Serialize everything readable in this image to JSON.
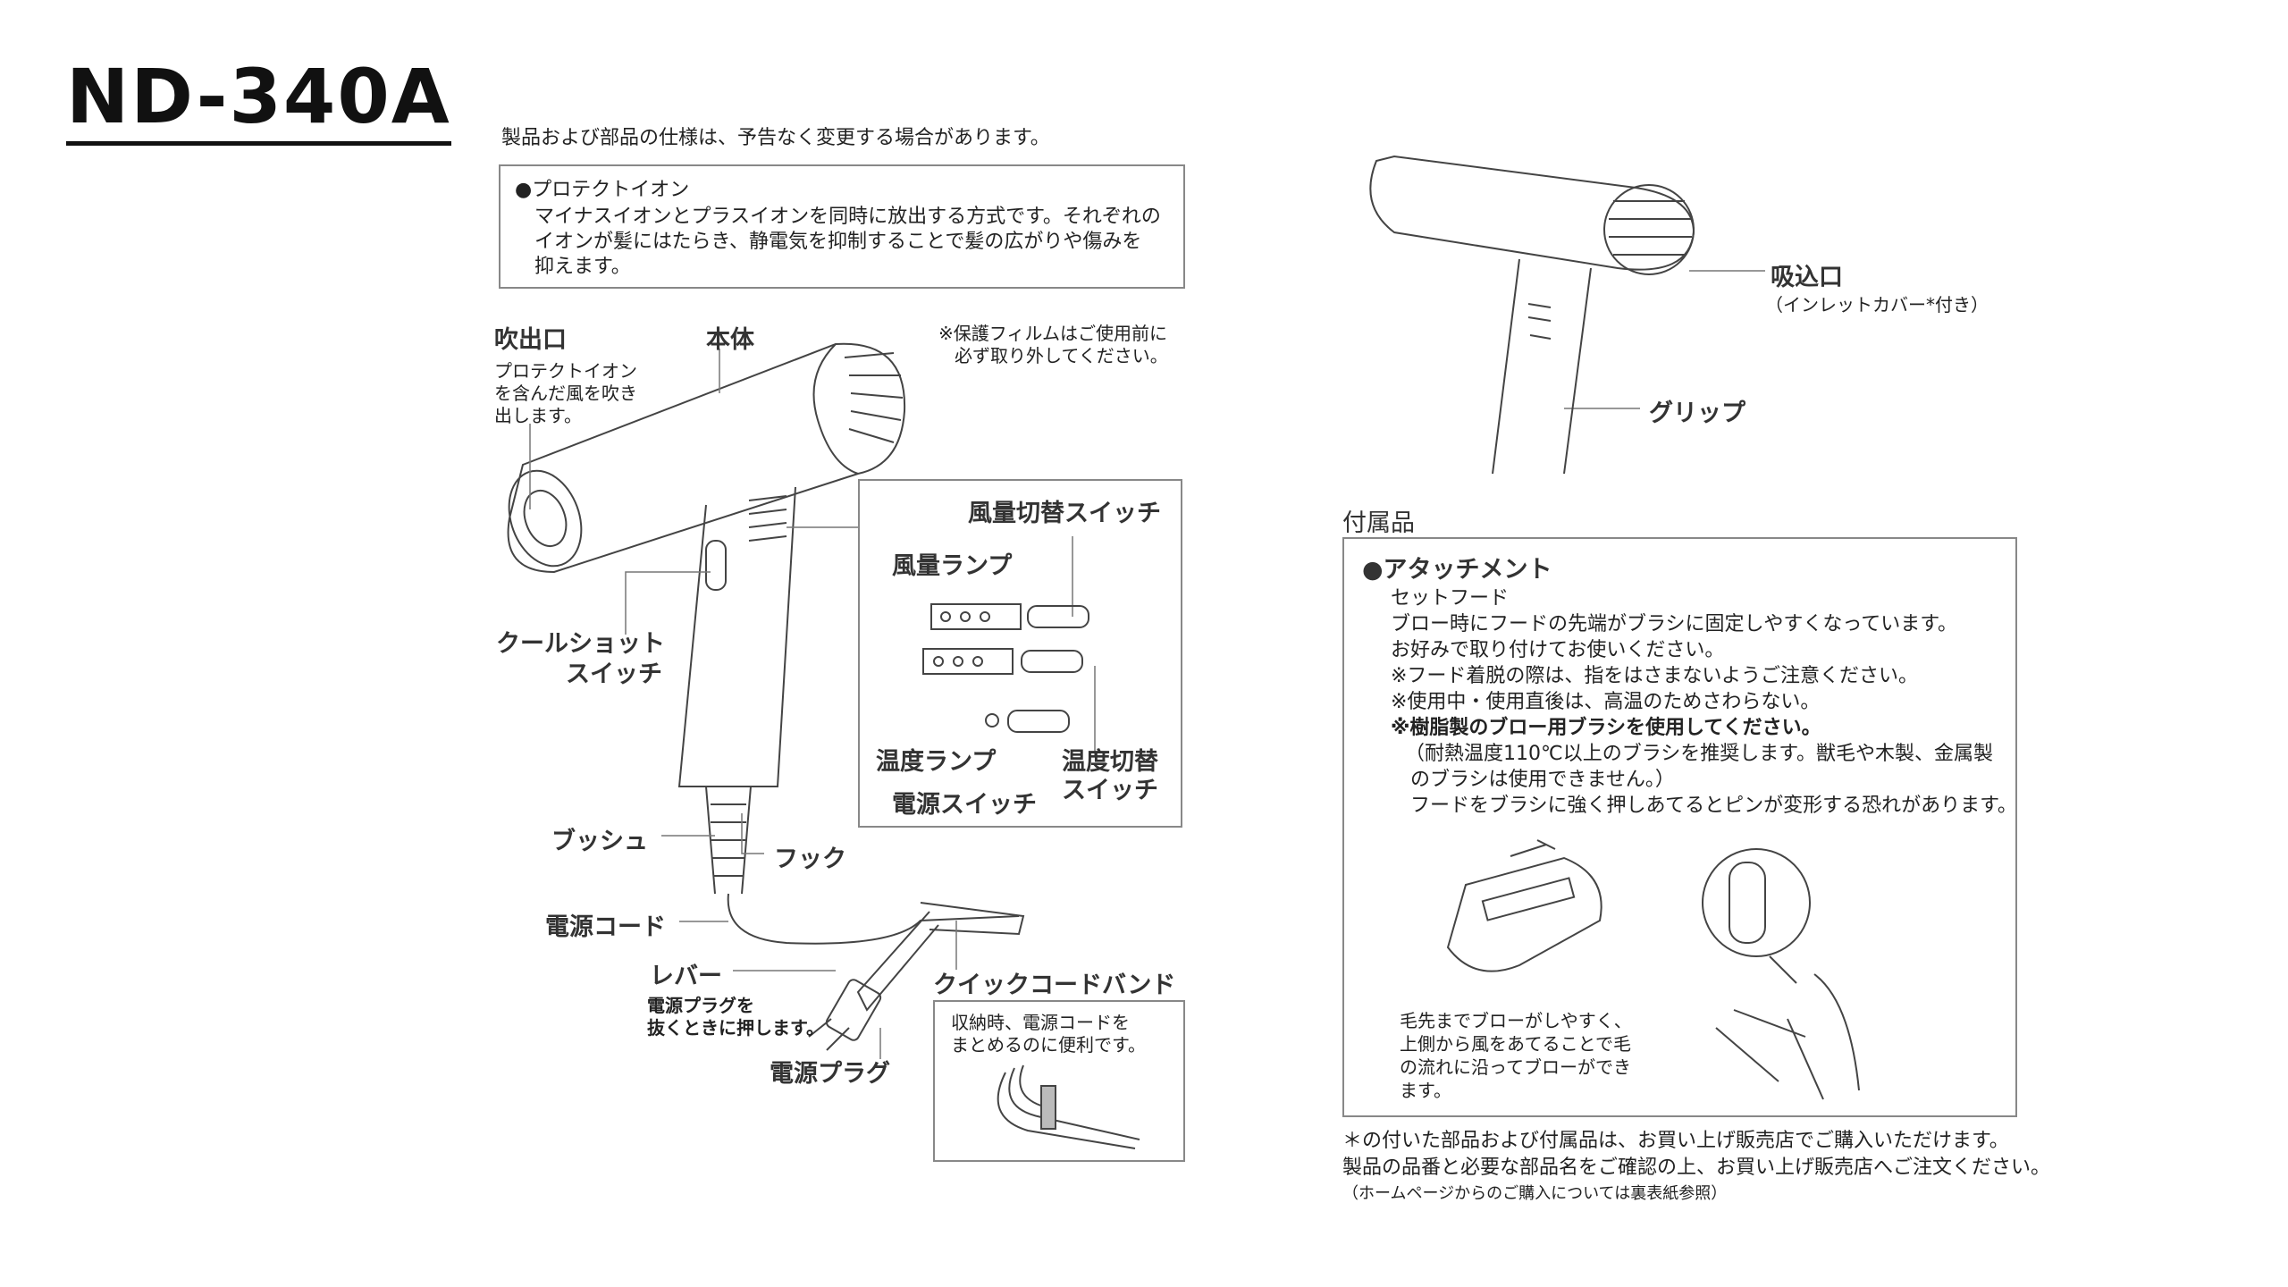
{
  "model": "ND-340A",
  "disclaimer": "製品および部品の仕様は、予告なく変更する場合があります。",
  "protect_ion": {
    "heading": "●プロテクトイオン",
    "lines": [
      "マイナスイオンとプラスイオンを同時に放出する方式です。それぞれの",
      "イオンが髪にはたらき、静電気を抑制することで髪の広がりや傷みを",
      "抑えます。"
    ]
  },
  "parts": {
    "outlet": "吹出口",
    "outlet_desc": [
      "プロテクトイオン",
      "を含んだ風を吹き",
      "出します。"
    ],
    "body": "本体",
    "film_note": [
      "※保護フィルムはご使用前に",
      "必ず取り外してください。"
    ],
    "airflow_switch": "風量切替スイッチ",
    "airflow_lamp": "風量ランプ",
    "temp_lamp": "温度ランプ",
    "temp_switch": [
      "温度切替",
      "スイッチ"
    ],
    "power_switch": "電源スイッチ",
    "cool_shot": [
      "クールショット",
      "スイッチ"
    ],
    "bush": "ブッシュ",
    "hook": "フック",
    "power_cord": "電源コード",
    "lever": "レバー",
    "lever_desc": [
      "電源プラグを",
      "抜くときに押します。"
    ],
    "power_plug": "電源プラグ",
    "quick_band": "クイックコードバンド",
    "quick_band_desc": [
      "収納時、電源コードを",
      "まとめるのに便利です。"
    ],
    "inlet": "吸込口",
    "inlet_note": "（インレットカバー*付き）",
    "grip": "グリップ"
  },
  "accessories": {
    "heading": "付属品",
    "attachment_heading": "●アタッチメント",
    "set_hood": "セットフード",
    "lines": [
      "ブロー時にフードの先端がブラシに固定しやすくなっています。",
      "お好みで取り付けてお使いください。",
      "※フード着脱の際は、指をはさまないようご注意ください。",
      "※使用中・使用直後は、高温のためさわらない。"
    ],
    "bold_line": "※樹脂製のブロー用ブラシを使用してください。",
    "indent_lines": [
      "（耐熱温度110℃以上のブラシを推奨します。獣毛や木製、金属製",
      "のブラシは使用できません。）",
      "フードをブラシに強く押しあてるとピンが変形する恐れがあります。"
    ],
    "caption": [
      "毛先までブローがしやすく、",
      "上側から風をあてることで毛",
      "の流れに沿ってブローができ",
      "ます。"
    ]
  },
  "footer": [
    "＊の付いた部品および付属品は、お買い上げ販売店でご購入いただけます。",
    "製品の品番と必要な部品名をご確認の上、お買い上げ販売店へご注文ください。",
    "（ホームページからのご購入については裏表紙参照）"
  ]
}
